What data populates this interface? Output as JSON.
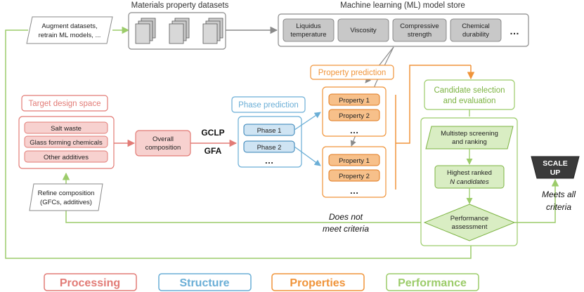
{
  "augment": {
    "line1": "Augment datasets,",
    "line2": "retrain ML models, ..."
  },
  "datasets": {
    "title": "Materials property datasets"
  },
  "model_store": {
    "title": "Machine learning (ML) model store",
    "models": [
      {
        "line1": "Liquidus",
        "line2": "temperature"
      },
      {
        "line1": "Viscosity"
      },
      {
        "line1": "Compressive",
        "line2": "strength"
      },
      {
        "line1": "Chemical",
        "line2": "durability"
      }
    ],
    "ellipsis": "…"
  },
  "target": {
    "title": "Target design space",
    "items": [
      "Salt waste",
      "Glass forming chemicals",
      "Other additives"
    ],
    "overall_line1": "Overall",
    "overall_line2": "composition"
  },
  "refine": {
    "line1": "Refine composition",
    "line2": "(GFCs, additives)"
  },
  "labels": {
    "gclp": "GCLP",
    "gfa": "GFA",
    "does_not_1": "Does not",
    "does_not_2": "meet criteria",
    "meets_1": "Meets all",
    "meets_2": "criteria"
  },
  "phase": {
    "title": "Phase prediction",
    "items": [
      "Phase 1",
      "Phase 2"
    ],
    "ellipsis": "…"
  },
  "property": {
    "title": "Property prediction",
    "items": [
      "Property 1",
      "Property 2",
      "Property 1",
      "Property 2"
    ],
    "ellipsis": "…"
  },
  "candidate": {
    "title_line1": "Candidate selection",
    "title_line2": "and evaluation",
    "screening_line1": "Multistep screening",
    "screening_line2": "and ranking",
    "ranked_line1": "Highest ranked",
    "ranked_line2": "N candidates",
    "assessment_line1": "Performance",
    "assessment_line2": "assessment"
  },
  "scale_up": {
    "line1": "SCALE",
    "line2": "UP"
  },
  "legend": {
    "processing": "Processing",
    "structure": "Structure",
    "properties": "Properties",
    "performance": "Performance"
  },
  "colors": {
    "processing": "#e27b76",
    "structure": "#6aaed6",
    "properties": "#f0943a",
    "performance": "#9ccc6a",
    "neutral": "#8a8a8a"
  }
}
